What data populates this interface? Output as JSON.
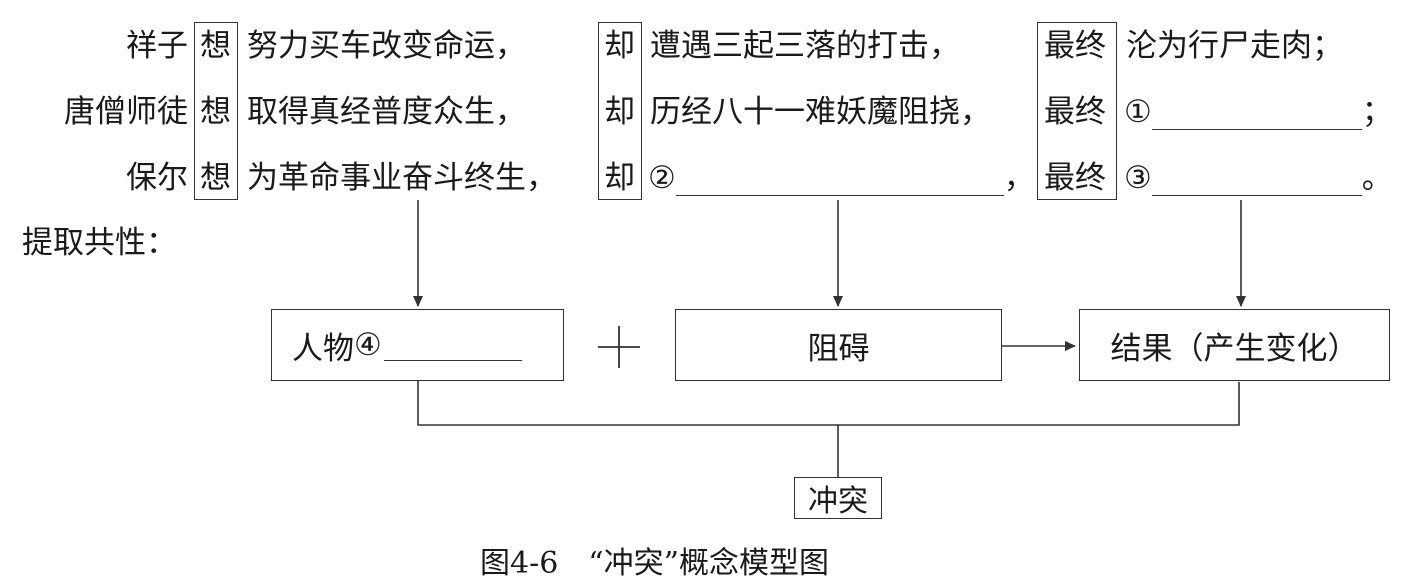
{
  "rows": [
    {
      "subject": "祥子",
      "want_word": "想",
      "goal": "努力买车改变命运，",
      "but_word": "却",
      "obstacle": "遭遇三起三落的打击，",
      "final_word": "最终",
      "result": "沦为行尸走肉；"
    },
    {
      "subject": "唐僧师徒",
      "want_word": "想",
      "goal": "取得真经普度众生，",
      "but_word": "却",
      "obstacle": "历经八十一难妖魔阻挠，",
      "final_word": "最终",
      "result_blank_num": "①",
      "result_end": "；"
    },
    {
      "subject": "保尔",
      "want_word": "想",
      "goal": "为革命事业奋斗终生，",
      "but_word": "却",
      "obstacle_blank_num": "②",
      "obstacle_end": "，",
      "final_word": "最终",
      "result_blank_num": "③",
      "result_end": "。"
    }
  ],
  "extract_label": "提取共性：",
  "model": {
    "character_label": "人物",
    "character_blank_num": "④",
    "plus": "+",
    "obstacle_label": "阻碍",
    "result_label": "结果（产生变化）",
    "conflict_label": "冲突"
  },
  "caption": "图4-6　“冲突”概念模型图"
}
